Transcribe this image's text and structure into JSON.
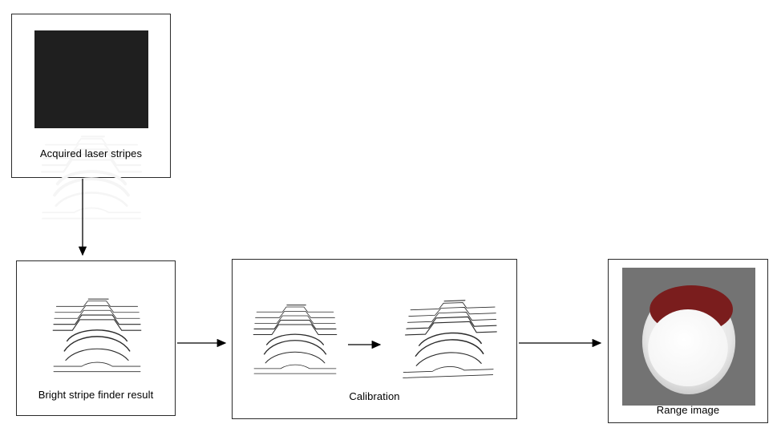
{
  "diagram": {
    "nodes": [
      {
        "id": "acquired-laser-stripes",
        "label": "Acquired laser stripes",
        "image": "laser-stripes-photo"
      },
      {
        "id": "bright-stripe-finder",
        "label": "Bright stripe finder result",
        "image": "stripe-line-drawing"
      },
      {
        "id": "calibration",
        "label": "Calibration",
        "image": "stripe-line-drawing-before-after"
      },
      {
        "id": "range-image",
        "label": "Range image",
        "image": "range-image-render"
      }
    ],
    "edges": [
      {
        "from": "acquired-laser-stripes",
        "to": "bright-stripe-finder",
        "direction": "down"
      },
      {
        "from": "bright-stripe-finder",
        "to": "calibration",
        "direction": "right"
      },
      {
        "from": "calibration-input",
        "to": "calibration-output",
        "direction": "right"
      },
      {
        "from": "calibration",
        "to": "range-image",
        "direction": "right"
      }
    ],
    "colors": {
      "box_border": "#2a2a2a",
      "stripe_photo_background": "#1f1f1f",
      "stripe_photo_stripes": "#f5f5f5",
      "line_drawing_stroke": "#2b2b2b",
      "range_background": "#737373",
      "range_object_cap": "#7a1d1d",
      "arrow": "#000000"
    }
  }
}
